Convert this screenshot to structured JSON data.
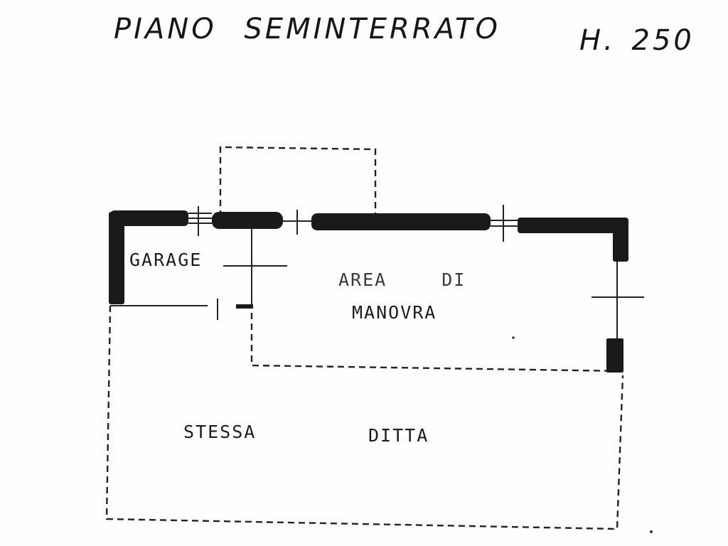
{
  "header": {
    "floor_name": "PIANO SEMINTERRATO",
    "height_label": "H. 250"
  },
  "rooms": {
    "garage": "GARAGE",
    "maneuver_area_line1": "AREA DI",
    "maneuver_area_line2": "MANOVRA",
    "same_company_left": "STESSA",
    "same_company_right": "DITTA"
  },
  "colors": {
    "ink": "#1a1a1a",
    "paper": "#fefefe"
  }
}
